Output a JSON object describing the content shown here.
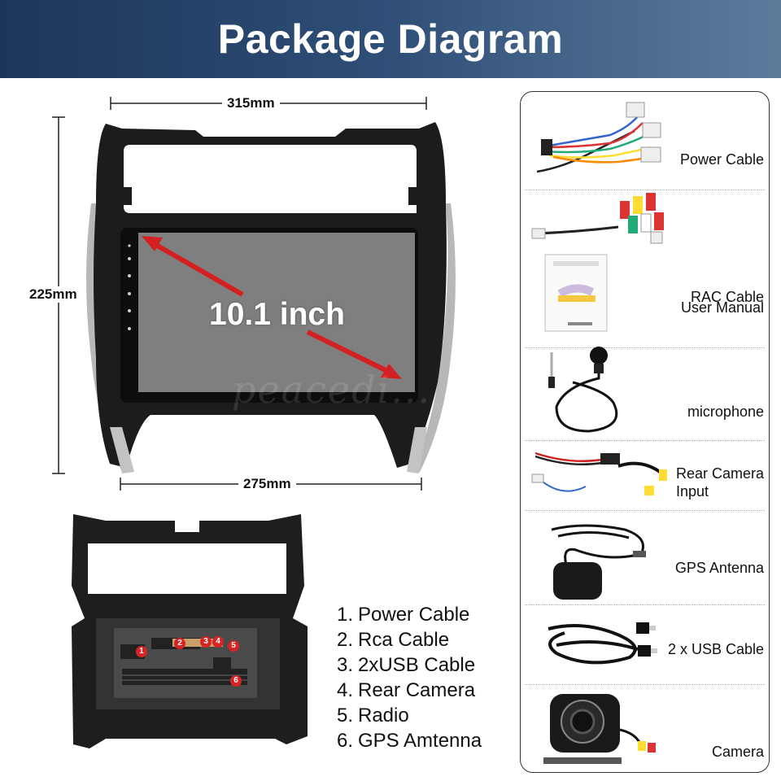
{
  "header": {
    "title": "Package Diagram"
  },
  "dimensions": {
    "top_width": "315mm",
    "height": "225mm",
    "bottom_width": "275mm"
  },
  "screen": {
    "size_label": "10.1 inch"
  },
  "watermark": "peacedi...",
  "ports": [
    {
      "num": "1.",
      "label": "Power Cable"
    },
    {
      "num": "2.",
      "label": "Rca Cable"
    },
    {
      "num": "3.",
      "label": "2xUSB Cable"
    },
    {
      "num": "4.",
      "label": "Rear Camera"
    },
    {
      "num": "5.",
      "label": "Radio"
    },
    {
      "num": "6.",
      "label": "GPS Amtenna"
    }
  ],
  "port_badges": [
    "1",
    "2",
    "3",
    "4",
    "5",
    "6"
  ],
  "package": [
    {
      "label": "Power Cable",
      "icon": "power-cable-icon"
    },
    {
      "label": "RAC Cable",
      "icon": "rca-cable-icon"
    },
    {
      "label": "User Manual",
      "icon": "user-manual-icon"
    },
    {
      "label": "microphone",
      "icon": "microphone-icon"
    },
    {
      "label": "Rear Camera\nInput",
      "label_line1": "Rear Camera",
      "label_line2": "Input",
      "icon": "rear-camera-input-icon"
    },
    {
      "label": "GPS Antenna",
      "icon": "gps-antenna-icon"
    },
    {
      "label": "2 x USB Cable",
      "icon": "usb-cable-icon"
    },
    {
      "label": "Camera",
      "icon": "camera-icon"
    }
  ],
  "colors": {
    "header_dark": "#1d3558",
    "header_light": "#5c7c9c",
    "arrow": "#d42020",
    "badge": "#d72323",
    "frame": "#1a1a1a",
    "screen": "#7f7f7f"
  }
}
